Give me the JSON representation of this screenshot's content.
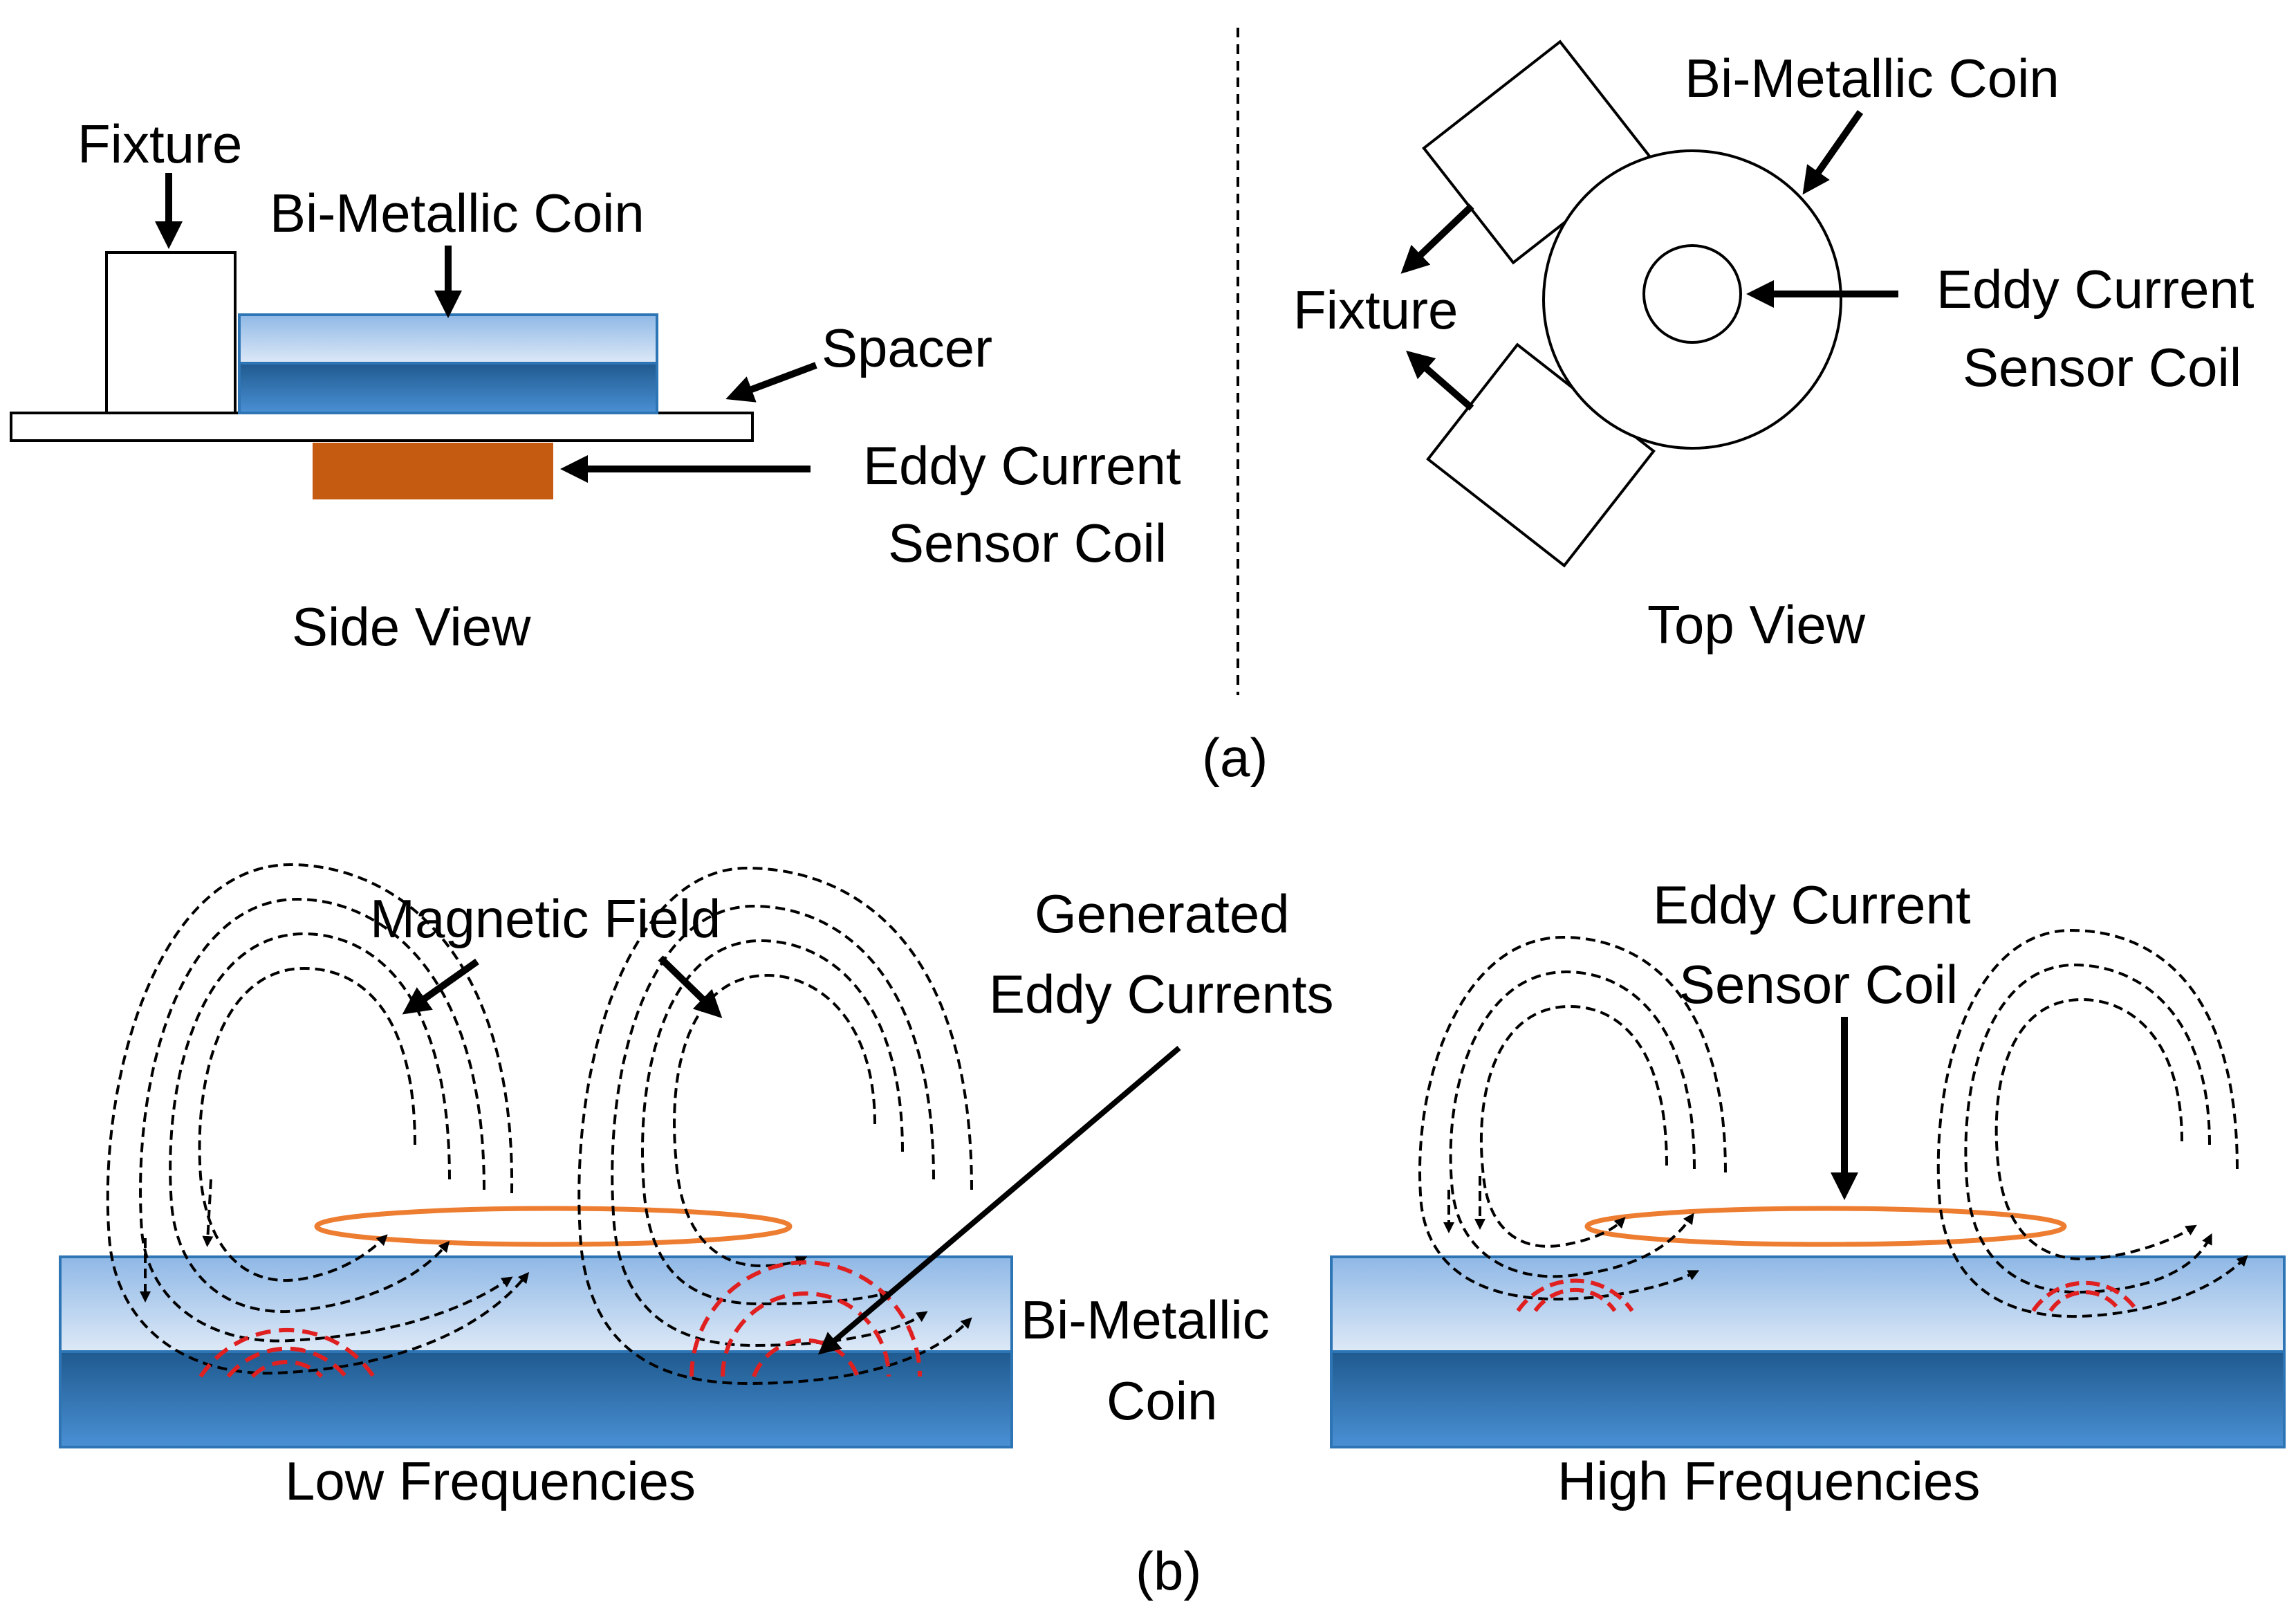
{
  "panel_a": {
    "side_view": {
      "fixture": "Fixture",
      "coin": "Bi-Metallic Coin",
      "spacer": "Spacer",
      "sensor_line1": "Eddy Current",
      "sensor_line2": "Sensor Coil",
      "caption": "Side View"
    },
    "top_view": {
      "coin": "Bi-Metallic Coin",
      "fixture": "Fixture",
      "sensor_line1": "Eddy Current",
      "sensor_line2": "Sensor Coil",
      "caption": "Top View"
    },
    "label": "(a)"
  },
  "panel_b": {
    "magnetic_field": "Magnetic Field",
    "eddy_line1": "Generated",
    "eddy_line2": "Eddy Currents",
    "coin_line1": "Bi-Metallic",
    "coin_line2": "Coin",
    "sensor_line1": "Eddy Current",
    "sensor_line2": "Sensor Coil",
    "low_caption": "Low Frequencies",
    "high_caption": "High Frequencies",
    "label": "(b)"
  },
  "colors": {
    "coil": "#c55a11",
    "coil_ring": "#ed7d31",
    "coin_top": "#bdd7ee",
    "coin_bottom": "#2e75b6",
    "eddy": "#e02020",
    "field": "#000000"
  }
}
